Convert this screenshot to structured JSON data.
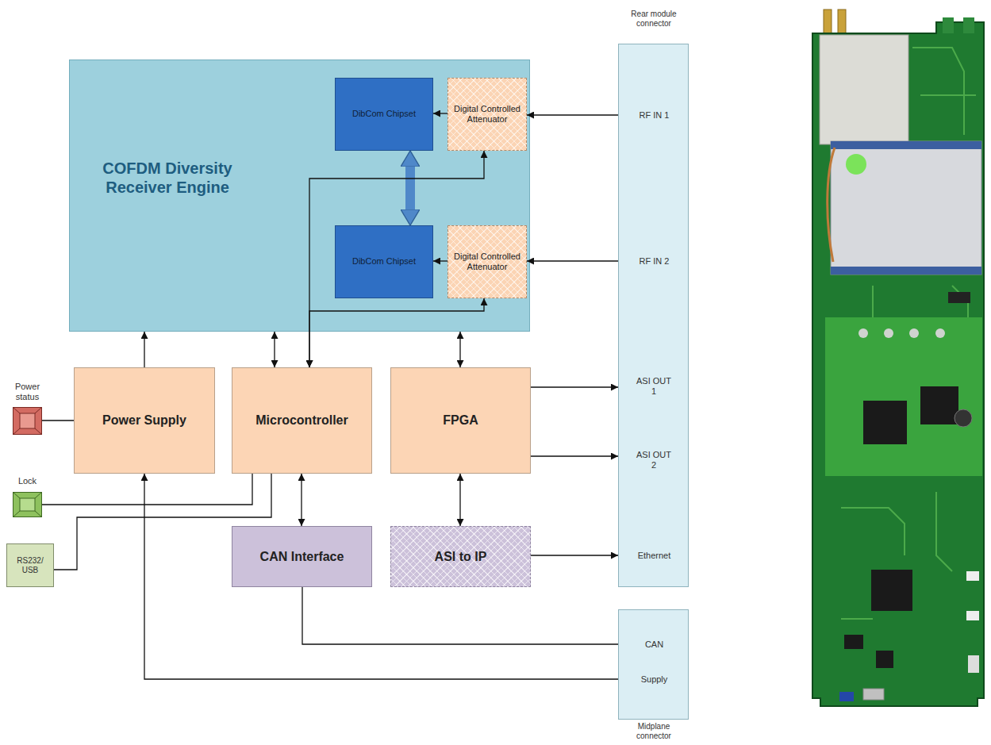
{
  "diagram": {
    "nodes": [
      {
        "text": [
          "COFDM Diversity Receiver Engine"
        ]
      },
      {
        "text": [
          "DibCom Chipset"
        ],
        "in": 0
      },
      {
        "text": [
          "Digital Controlled Attenuator"
        ],
        "in": 0
      },
      {
        "text": [
          "DibCom Chipset"
        ],
        "in": 0
      },
      {
        "text": [
          "Digital Controlled Attenuator"
        ],
        "in": 0
      },
      {
        "text": [
          "Rear module connector",
          "RF IN 1",
          "RF IN 2",
          "ASI OUT 1",
          "ASI OUT 2",
          "Ethernet"
        ]
      },
      {
        "text": [
          "Power status"
        ]
      },
      {
        "text": [
          "Power Supply"
        ]
      },
      {
        "text": [
          "Microcontroller"
        ]
      },
      {
        "text": [
          "FPGA"
        ]
      },
      {
        "text": [
          "Lock"
        ]
      },
      {
        "text": [
          "RS232/ USB"
        ]
      },
      {
        "text": [
          "CAN Interface"
        ]
      },
      {
        "text": [
          "ASI to IP"
        ]
      },
      {
        "text": [
          "Midplane connector",
          "CAN",
          "Supply"
        ]
      }
    ],
    "edges": [
      {
        "from": 5,
        "to": 2,
        "arrow": "to"
      },
      {
        "from": 5,
        "to": 4,
        "arrow": "to"
      },
      {
        "from": 2,
        "to": 1,
        "arrow": "to"
      },
      {
        "from": 4,
        "to": 3,
        "arrow": "to"
      },
      {
        "from": 1,
        "to": 3,
        "arrow": "both"
      },
      {
        "from": 8,
        "to": 2,
        "arrow": "both"
      },
      {
        "from": 8,
        "to": 4,
        "arrow": "both"
      },
      {
        "from": 8,
        "to": 0,
        "arrow": "both"
      },
      {
        "from": 7,
        "to": 0,
        "arrow": "to"
      },
      {
        "from": 9,
        "to": 0,
        "arrow": "both"
      },
      {
        "from": 9,
        "to": 5,
        "arrow": "to"
      },
      {
        "from": 9,
        "to": 5,
        "arrow": "to"
      },
      {
        "from": 6,
        "to": 7,
        "arrow": "none"
      },
      {
        "from": 8,
        "to": 10,
        "arrow": "none"
      },
      {
        "from": 8,
        "to": 11,
        "arrow": "none"
      },
      {
        "from": 8,
        "to": 12,
        "arrow": "both"
      },
      {
        "from": 9,
        "to": 13,
        "arrow": "both"
      },
      {
        "from": 13,
        "to": 5,
        "arrow": "to"
      },
      {
        "from": 12,
        "to": 14,
        "arrow": "none"
      },
      {
        "from": 14,
        "to": 7,
        "arrow": "to"
      }
    ]
  }
}
